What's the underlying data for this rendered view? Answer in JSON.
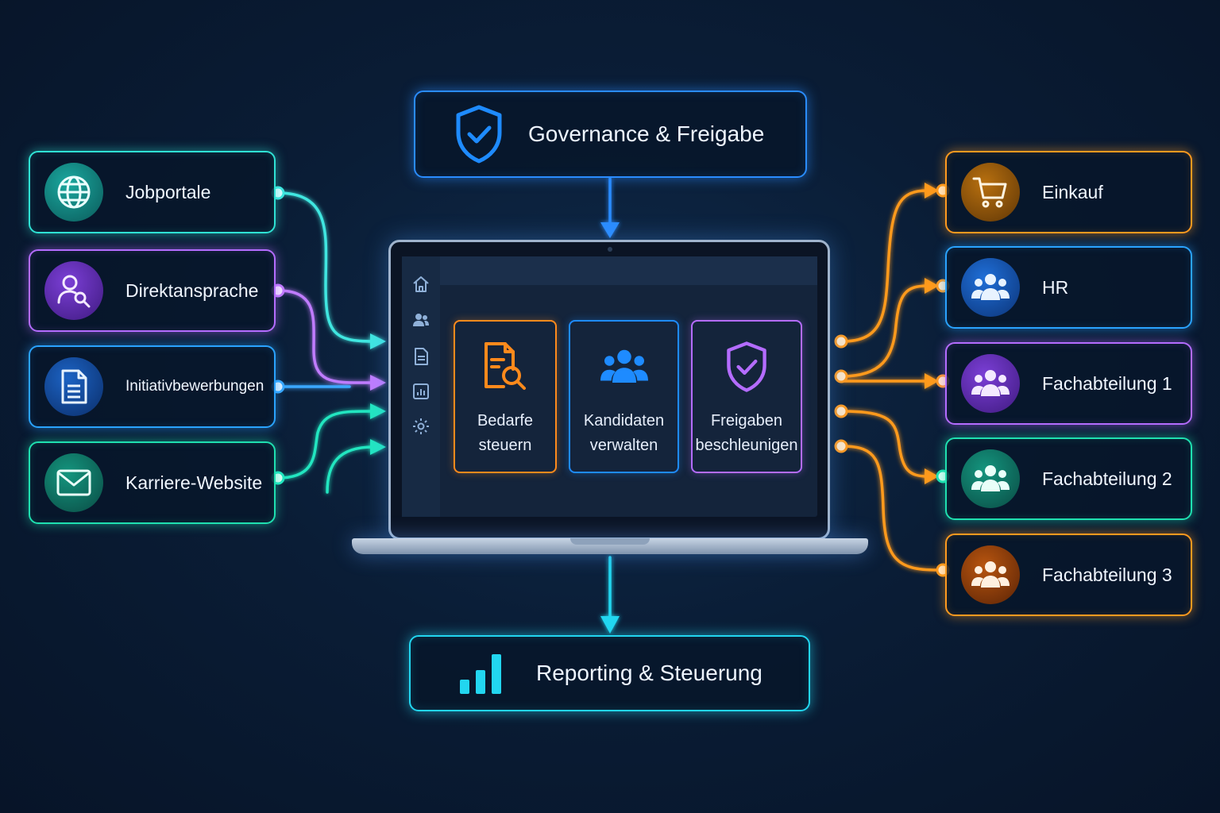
{
  "colors": {
    "background": "#0a1d36",
    "teal": "#2fe2d4",
    "purple": "#b46cff",
    "blue": "#2aa3ff",
    "green": "#1fe0b0",
    "orange": "#ff9a1f",
    "cyan": "#22d6f0"
  },
  "governance": {
    "label": "Governance & Freigabe",
    "icon": "shield-check-icon"
  },
  "reporting": {
    "label": "Reporting & Steuerung",
    "icon": "bar-chart-icon"
  },
  "sources": [
    {
      "label": "Jobportale",
      "icon": "globe-icon"
    },
    {
      "label": "Direktansprache",
      "icon": "user-search-icon"
    },
    {
      "label": "Initiativbewerbungen",
      "icon": "document-icon"
    },
    {
      "label": "Karriere-Website",
      "icon": "mail-icon"
    }
  ],
  "targets": [
    {
      "label": "Einkauf",
      "icon": "shopping-cart-icon"
    },
    {
      "label": "HR",
      "icon": "team-icon"
    },
    {
      "label": "Fachabteilung 1",
      "icon": "team-icon"
    },
    {
      "label": "Fachabteilung 2",
      "icon": "team-icon"
    },
    {
      "label": "Fachabteilung 3",
      "icon": "team-icon"
    }
  ],
  "laptop": {
    "sidebar_icons": [
      "home-icon",
      "users-icon",
      "document-icon",
      "chart-icon",
      "settings-icon"
    ],
    "tiles": [
      {
        "line1": "Bedarfe",
        "line2": "steuern",
        "icon": "document-search-icon"
      },
      {
        "line1": "Kandidaten",
        "line2": "verwalten",
        "icon": "team-icon"
      },
      {
        "line1": "Freigaben",
        "line2": "beschleunigen",
        "icon": "shield-check-icon"
      }
    ]
  }
}
